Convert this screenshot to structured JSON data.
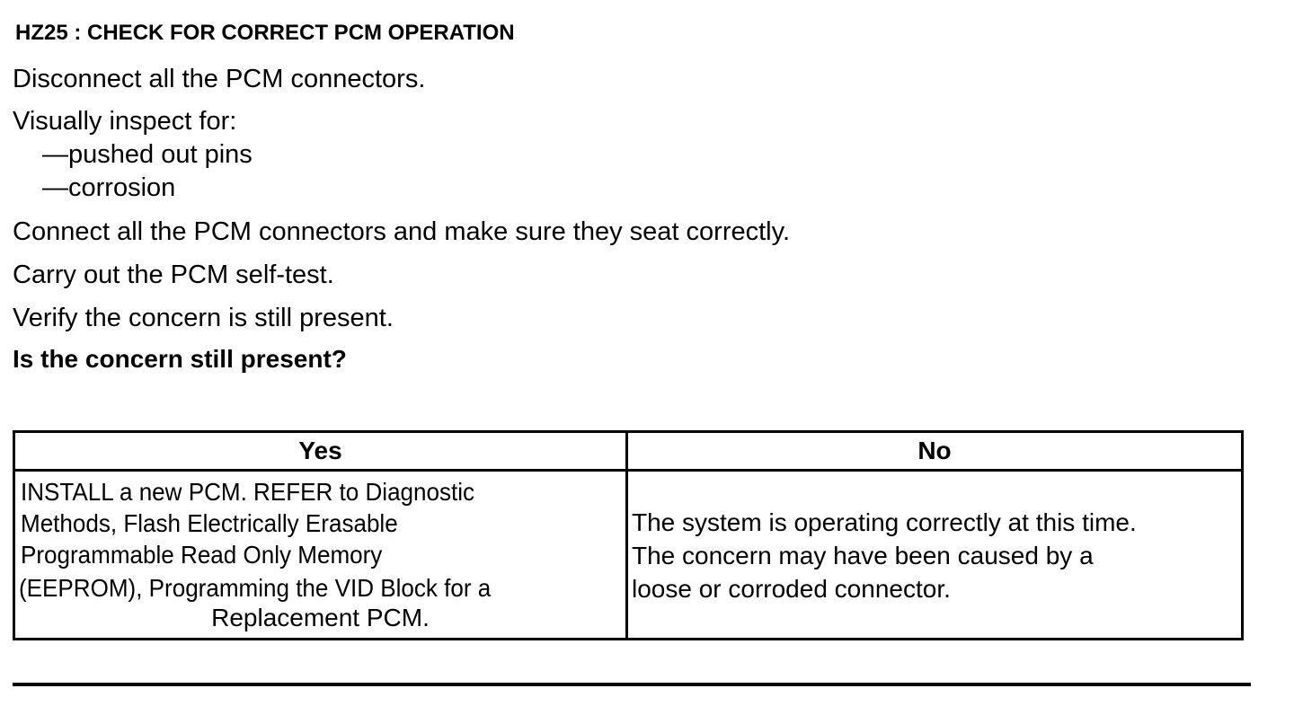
{
  "title": "HZ25 : CHECK FOR CORRECT PCM OPERATION",
  "steps": [
    "Disconnect all the PCM connectors.",
    "Visually inspect for:",
    "—pushed out pins",
    "—corrosion",
    "Connect all the PCM connectors and make sure they seat correctly.",
    "Carry out the PCM self-test.",
    "Verify the concern is still present."
  ],
  "question": "Is the concern still present?",
  "table": {
    "headers": [
      "Yes",
      "No"
    ],
    "yes_lines": [
      "INSTALL a new PCM. REFER to Diagnostic",
      "Methods,  Flash Electrically Erasable",
      "Programmable Read Only Memory",
      "(EEPROM), Programming the VID Block for a",
      "Replacement PCM."
    ],
    "no_lines": [
      "The system is operating correctly at this time.",
      "The concern may have been caused by a",
      "loose or corroded connector."
    ]
  }
}
